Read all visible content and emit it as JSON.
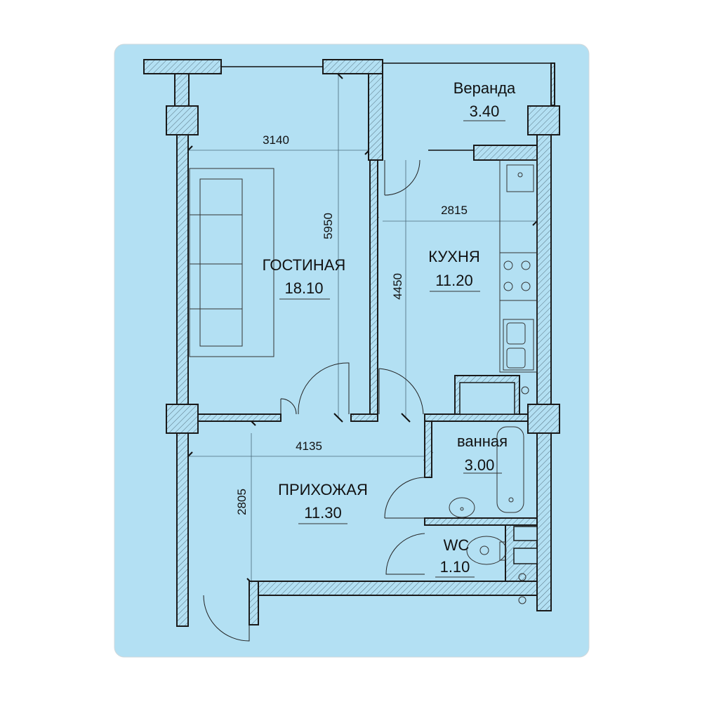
{
  "rooms": [
    {
      "name": "ГОСТИНАЯ",
      "area": "18.10"
    },
    {
      "name": "КУХНЯ",
      "area": "11.20"
    },
    {
      "name": "Веранда",
      "area": "3.40"
    },
    {
      "name": "ПРИХОЖАЯ",
      "area": "11.30"
    },
    {
      "name": "ванная",
      "area": "3.00"
    },
    {
      "name": "WC",
      "area": "1.10"
    }
  ],
  "dimensions": {
    "living_width": "3140",
    "living_length": "5950",
    "kitchen_width": "2815",
    "kitchen_length": "4450",
    "hall_width": "4135",
    "hall_length": "2805"
  },
  "colors": {
    "background": "#b3e0f3",
    "wall_stroke": "#1a1a1a"
  }
}
